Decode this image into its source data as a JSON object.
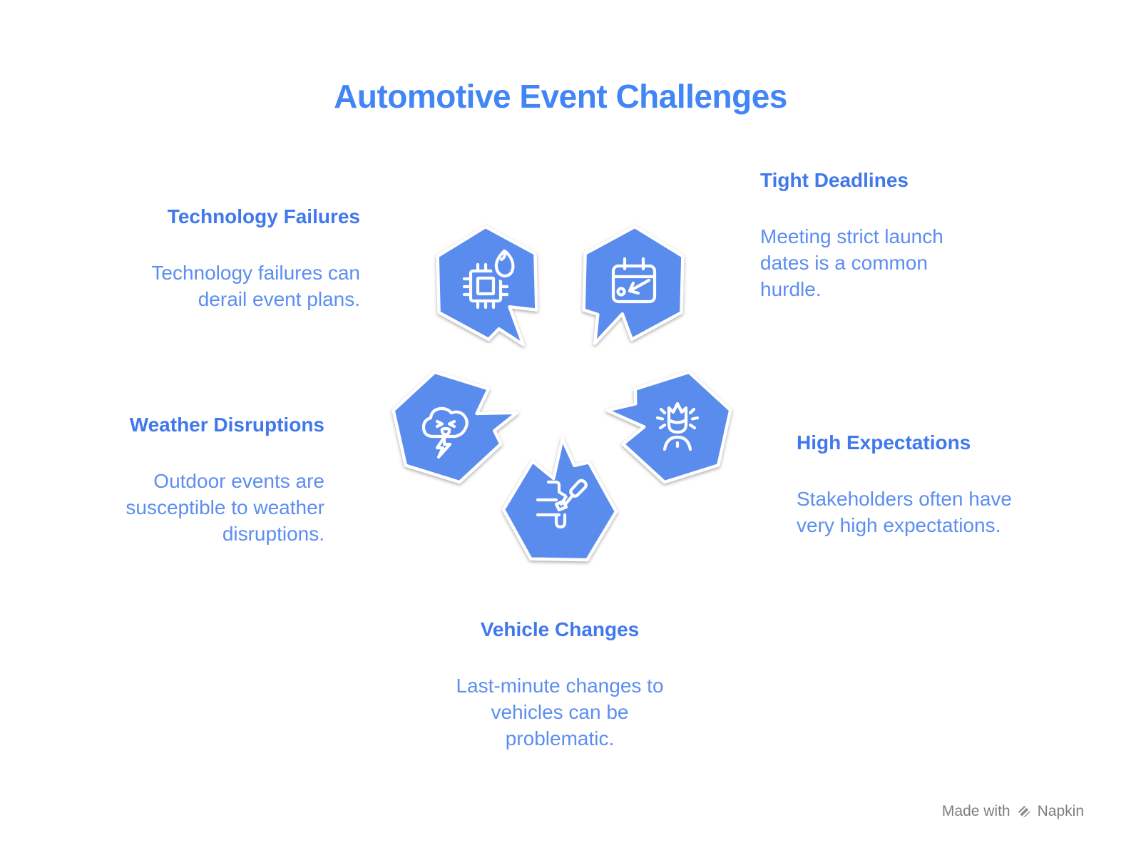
{
  "title": "Automotive Event Challenges",
  "colors": {
    "badge_fill": "#5A8CEE",
    "badge_stroke": "#FFFFFF",
    "title": "#4285F4",
    "heading": "#4178EC",
    "body": "#5C8EF0",
    "watermark": "#7D7D7D"
  },
  "sections": [
    {
      "id": "technology-failures",
      "heading": "Technology Failures",
      "body_lines": [
        "Technology failures can",
        "derail event plans."
      ],
      "icon": "chip-flame-icon",
      "align": "right"
    },
    {
      "id": "tight-deadlines",
      "heading": "Tight Deadlines",
      "body_lines": [
        "Meeting strict launch",
        "dates is a common",
        "hurdle."
      ],
      "icon": "calendar-deadline-icon",
      "align": "left"
    },
    {
      "id": "weather-disruptions",
      "heading": "Weather Disruptions",
      "body_lines": [
        "Outdoor events are",
        "susceptible to weather",
        "disruptions."
      ],
      "icon": "storm-cloud-icon",
      "align": "right"
    },
    {
      "id": "high-expectations",
      "heading": "High Expectations",
      "body_lines": [
        "Stakeholders often have",
        "very high expectations."
      ],
      "icon": "vip-person-icon",
      "align": "left"
    },
    {
      "id": "vehicle-changes",
      "heading": "Vehicle Changes",
      "body_lines": [
        "Last-minute changes to",
        "vehicles can be",
        "problematic."
      ],
      "icon": "car-pin-icon",
      "align": "center"
    }
  ],
  "watermark": {
    "text_before": "Made with",
    "brand": "Napkin"
  }
}
